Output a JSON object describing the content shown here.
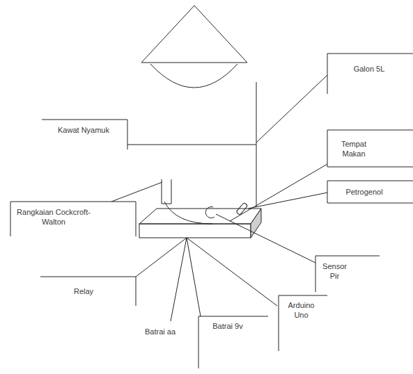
{
  "diagram": {
    "labels": [
      "Galon 5L",
      "Kawat Nyamuk",
      "Tempat Makan",
      "Petrogenol",
      "Rangkaian Cockcroft-Walton",
      "Sensor Pir",
      "Relay",
      "Batrai aa",
      "Batrai 9v",
      "Arduino Uno"
    ]
  }
}
